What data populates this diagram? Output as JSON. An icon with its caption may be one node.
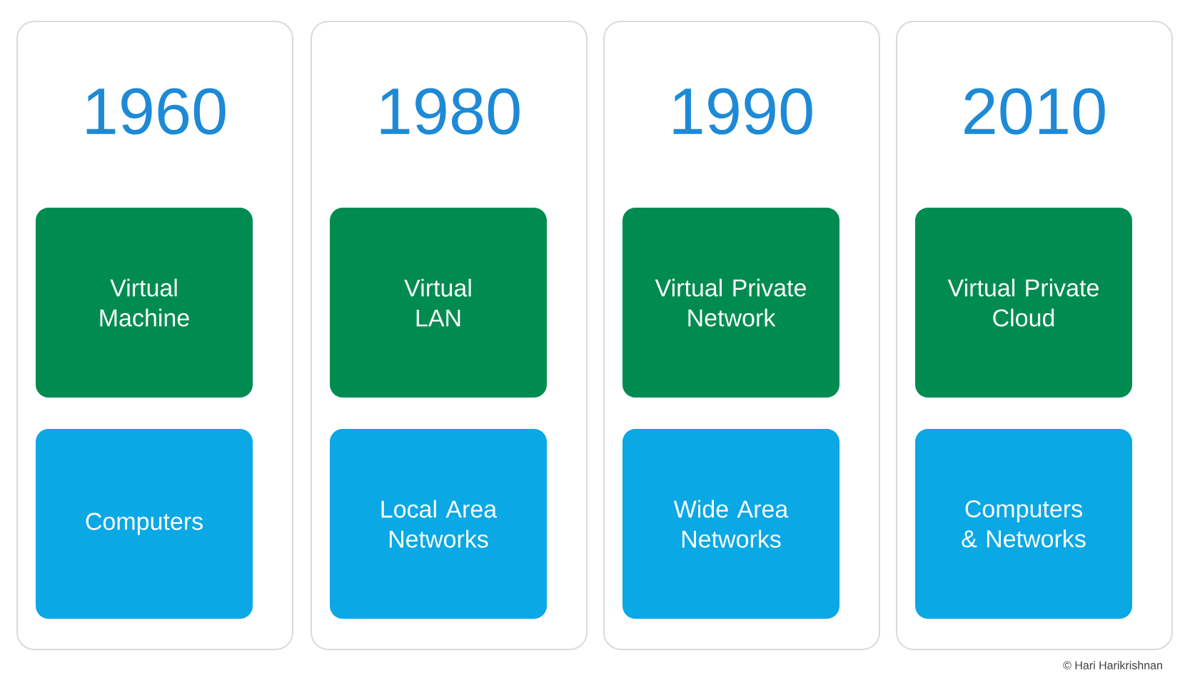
{
  "diagram": {
    "nodes": [
      {
        "text": [
          "1960"
        ]
      },
      {
        "text": [
          "Virtual Machine"
        ],
        "in": 0
      },
      {
        "text": [
          "Computers"
        ],
        "in": 0
      },
      {
        "text": [
          "1980"
        ]
      },
      {
        "text": [
          "Virtual LAN"
        ],
        "in": 3
      },
      {
        "text": [
          "Local Area Networks"
        ],
        "in": 3
      },
      {
        "text": [
          "1990"
        ]
      },
      {
        "text": [
          "Virtual Private Network"
        ],
        "in": 6
      },
      {
        "text": [
          "Wide Area Networks"
        ],
        "in": 6
      },
      {
        "text": [
          "2010"
        ]
      },
      {
        "text": [
          "Virtual Private Cloud"
        ],
        "in": 9
      },
      {
        "text": [
          "Computers & Networks"
        ],
        "in": 9
      }
    ],
    "labels": [
      "© Hari Harikrishnan"
    ]
  }
}
